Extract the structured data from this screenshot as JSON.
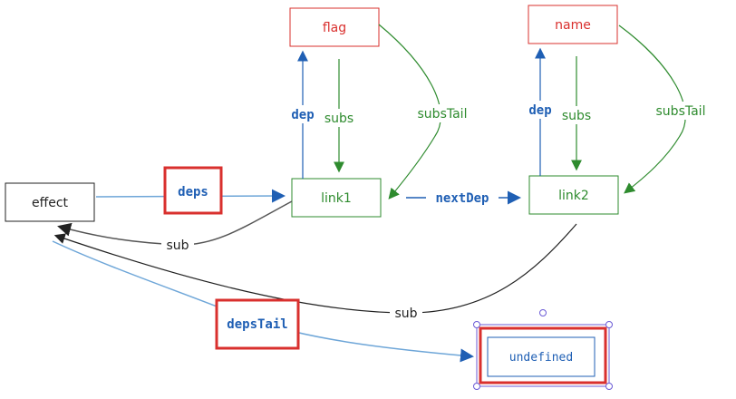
{
  "nodes": {
    "effect": "effect",
    "flag": "flag",
    "name": "name",
    "link1": "link1",
    "link2": "link2",
    "undefined": "undefined"
  },
  "edges": {
    "deps": "deps",
    "nextDep": "nextDep",
    "dep_flag": "dep",
    "subs_flag": "subs",
    "subsTail_flag": "subsTail",
    "dep_name": "dep",
    "subs_name": "subs",
    "subsTail_name": "subsTail",
    "sub_link1": "sub",
    "sub_link2": "sub",
    "depsTail": "depsTail"
  },
  "colors": {
    "red": "#d9302e",
    "green": "#2e8b2e",
    "blue": "#1f5fb4",
    "dark": "#222222",
    "highlight": "#d9302e",
    "selection": "#6b5bd6"
  }
}
